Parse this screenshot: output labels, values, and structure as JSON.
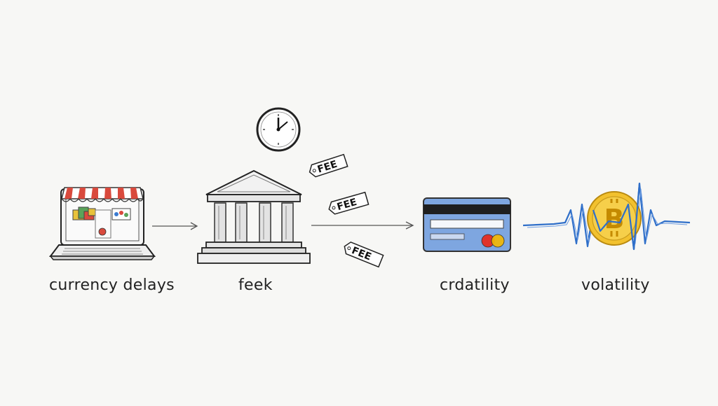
{
  "labels": {
    "laptop": "currency delays",
    "bank": "feek",
    "card": "crdatility",
    "crypto": "volatility"
  },
  "fee_tags": [
    "FEE",
    "FEE",
    "FEE"
  ],
  "crypto_symbol": "B",
  "icons": [
    "shop-laptop-icon",
    "clock-icon",
    "bank-icon",
    "fee-tag-icon",
    "credit-card-icon",
    "bitcoin-coin-icon",
    "volatility-wave-icon"
  ],
  "colors": {
    "awning_red": "#d94a3d",
    "card_blue": "#7ea6e0",
    "coin_gold": "#f2c12e",
    "wave_blue": "#2f6fc9",
    "card_dot_red": "#e0332b",
    "card_dot_yellow": "#f5b800"
  }
}
